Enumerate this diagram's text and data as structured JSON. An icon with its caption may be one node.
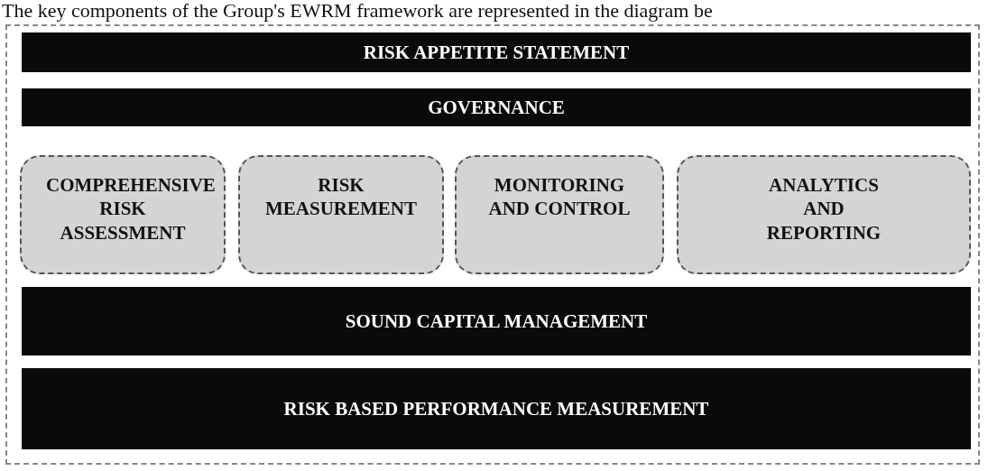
{
  "diagram": {
    "nodes": [
      {
        "text": [
          "RISK APPETITE STATEMENT"
        ]
      },
      {
        "text": [
          "GOVERNANCE"
        ]
      },
      {
        "text": [
          "COMPREHENSIVE RISK ASSESSMENT"
        ]
      },
      {
        "text": [
          "RISK MEASUREMENT"
        ]
      },
      {
        "text": [
          "MONITORING AND CONTROL"
        ]
      },
      {
        "text": [
          "ANALYTICS AND REPORTING"
        ]
      },
      {
        "text": [
          "SOUND CAPITAL MANAGEMENT"
        ]
      },
      {
        "text": [
          "RISK BASED PERFORMANCE MEASUREMENT"
        ]
      }
    ],
    "labels": [
      "The key components of the Group's EWRM framework are represented in the diagram be"
    ]
  }
}
